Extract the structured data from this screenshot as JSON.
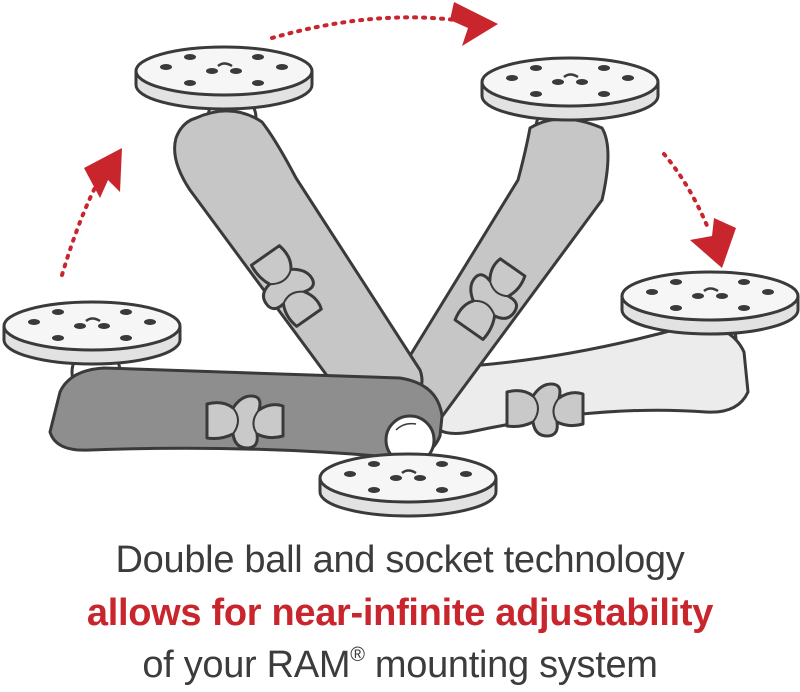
{
  "caption": {
    "line1": "Double ball and socket technology",
    "line2": "allows for near-infinite adjustability",
    "line3_before": "of your RAM",
    "line3_mark": "®",
    "line3_after": " mounting system"
  },
  "colors": {
    "accent_red": "#c8252d",
    "caption_gray": "#3c3c3c",
    "outline": "#3a3a3a",
    "arm_dark": "#8e8e8e",
    "arm_medium": "#c6c6c6",
    "arm_light": "#ececec",
    "plate": "#f4f4f4"
  },
  "icons": {
    "rotation_arrows": "dotted-red-curved-arrow-icon",
    "mount_plates": "round-mounting-plate-icon",
    "arms": "double-socket-arm-icon",
    "knobs": "wing-knob-icon"
  }
}
